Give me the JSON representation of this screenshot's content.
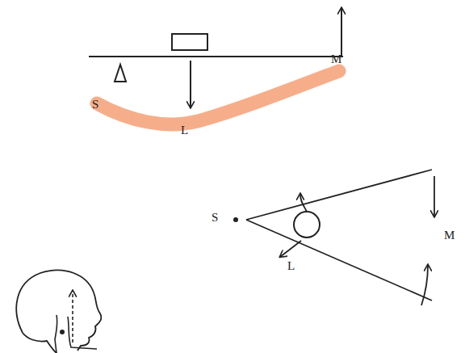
{
  "diagram": {
    "labels": [
      "S",
      "L",
      "M",
      "S",
      "L",
      "M"
    ]
  }
}
